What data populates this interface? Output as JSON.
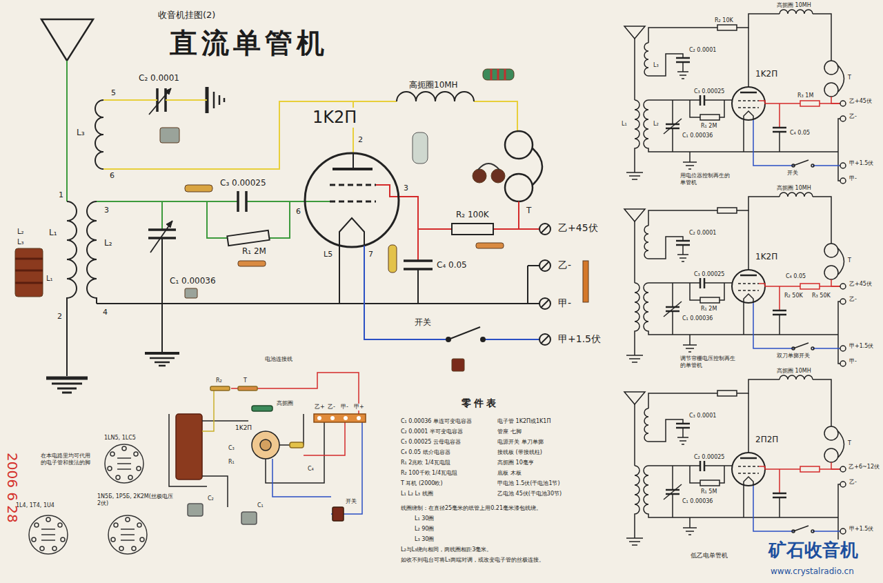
{
  "diagram": {
    "title": "直流单管机",
    "labels": [
      "收音机挂图(2)",
      "C₂ 0.0001",
      "5",
      "L₃",
      "6",
      "高扼圈10MH",
      "1K2П",
      "2",
      "T",
      "1",
      "L₁",
      "2",
      "3",
      "L₂",
      "4",
      "C₃ 0.00025",
      "R₁ 2M",
      "6",
      "C₁ 0.00036",
      "L5",
      "7",
      "3",
      "C₄ 0.05",
      "R₂ 100K",
      "乙+45伏",
      "乙-",
      "甲-",
      "开关",
      "甲+1.5伏",
      "L₂",
      "L₃",
      "L₁",
      "电池连接线",
      "R₂",
      "T",
      "高扼圈",
      "1K2П",
      "C₃",
      "R₁",
      "C₄",
      "乙+",
      "乙-",
      "甲-",
      "甲+",
      "开关",
      "C₂",
      "C₁",
      "1LN5, 1LC5",
      "在本电路里均可代用的电子管和接法的脚",
      "1L4, 1T4, 1U4",
      "1N5Б, 1P5Б, 2K2M(丝极电压2伏)",
      "2006 6 28",
      "零件表",
      "C₁ 0.00036 单连可变电容器",
      "C₂ 0.0001 半可变电容器",
      "C₃ 0.00025 云母电容器",
      "C₄ 0.05 纸介电容器",
      "R₁ 2兆欧 1/4瓦电阻",
      "R₂ 100千欧 1/4瓦电阻",
      "T 耳机 (2000欧)",
      "L₁ L₂ L₃ 线圈",
      "电子管 1K2П或1K1П",
      "管座 七脚",
      "电源开关 单刀单掷",
      "接线板 (带接线柱)",
      "高扼圈 10毫亨",
      "底板 木板",
      "甲电池 1.5伏(干电池1节)",
      "乙电池 45伏(干电池30节)",
      "线圈绕制：在直径25毫米的纸管上用0.21毫米漆包线绕。",
      "L₁ 30圈",
      "L₂ 90圈",
      "L₃ 30圈",
      "L₂与L₃绕向相同，两线圈相距3毫米。",
      "如收不到电台可将L₃两端对调，或改变电子管的丝极连接。",
      "高扼圈 10MH",
      "R₂ 10K",
      "C₂ 0.0001",
      "1K2П",
      "L₃",
      "L₁",
      "L₂",
      "C₃ 0.00025",
      "R₁ 2M",
      "C₁ 0.00036",
      "T",
      "R₃ 1M",
      "C₄ 0.05",
      "乙+45伏",
      "乙-",
      "开关",
      "甲+1.5伏",
      "甲-",
      "用电位器控制再生的单管机",
      "高扼圈 10MH",
      "C₂ 0.0001",
      "1K2П",
      "C₃ 0.00025",
      "R₁ 2M",
      "C₁ 0.00036",
      "T",
      "C₄ 0.05",
      "R₂ 50K",
      "R₃ 50K",
      "乙+45伏",
      "乙-",
      "双刀单掷开关",
      "甲+1.5伏",
      "甲-",
      "调节帘栅电压控制再生的单管机",
      "高扼圈 10MH",
      "C₃ 0.0001",
      "2П2П",
      "C₂ 0.00025",
      "R₁ 5M",
      "C₁ 0.00036",
      "T",
      "乙+6~12伏",
      "乙-",
      "甲+1.5伏",
      "低乙电单管机",
      "矿石收音机",
      "www.crystalradio.cn"
    ]
  }
}
